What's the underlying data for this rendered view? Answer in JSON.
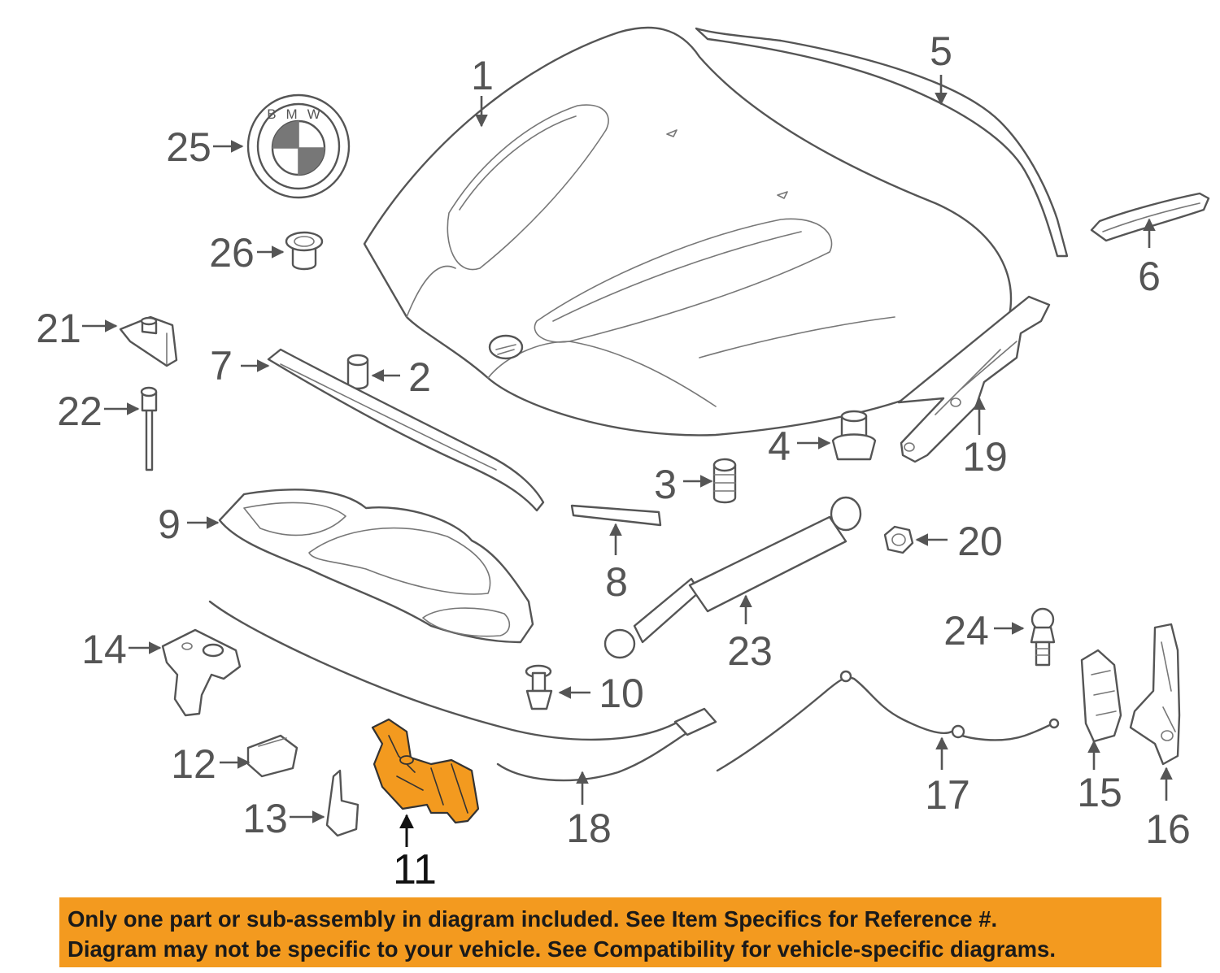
{
  "colors": {
    "outline": "#555555",
    "label": "#555555",
    "highlight_fill": "#f39a1f",
    "highlight_label": "#111111",
    "banner_bg": "#f39a1f",
    "banner_text": "#1a1a1a"
  },
  "diagram": {
    "highlighted_part": "11",
    "emblem_letters": "BMW",
    "callouts": [
      "1",
      "2",
      "3",
      "4",
      "5",
      "6",
      "7",
      "8",
      "9",
      "10",
      "11",
      "12",
      "13",
      "14",
      "15",
      "16",
      "17",
      "18",
      "19",
      "20",
      "21",
      "22",
      "23",
      "24",
      "25",
      "26"
    ]
  },
  "notice": {
    "line1": "Only one part or sub-assembly in diagram included. See Item Specifics for Reference #.",
    "line2": "Diagram may not be specific to your vehicle. See Compatibility for vehicle-specific diagrams."
  }
}
